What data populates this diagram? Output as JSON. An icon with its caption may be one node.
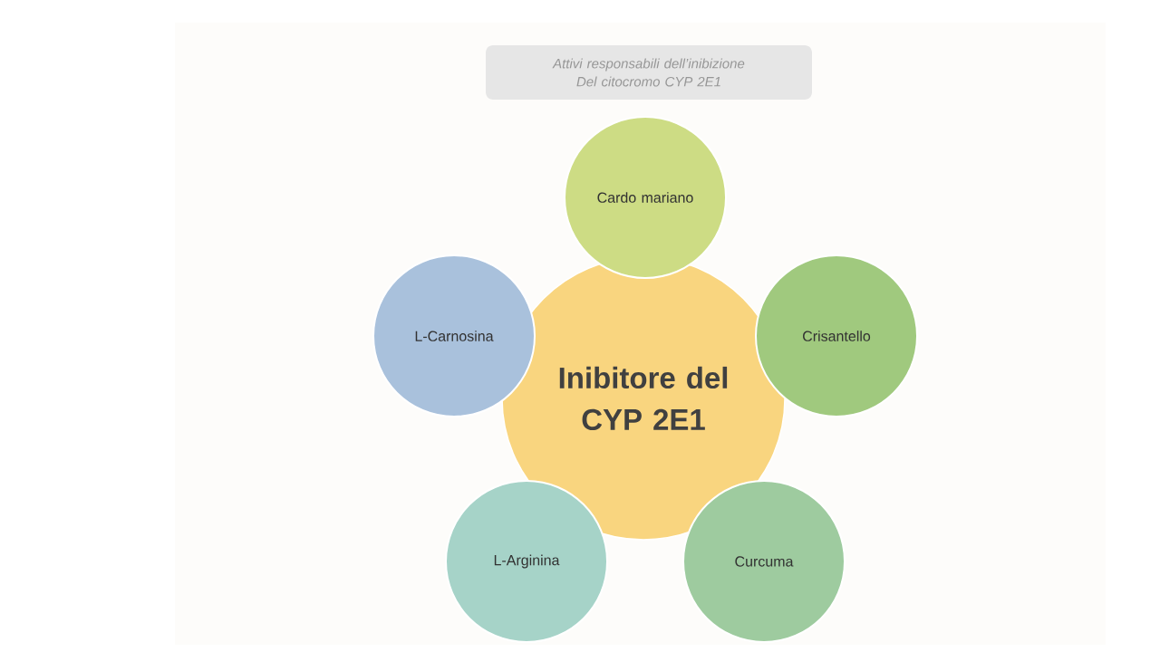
{
  "diagram": {
    "nodes": [
      {
        "text": [
          "Attivi responsabili dell’inibizione Del citocromo CYP 2E1"
        ]
      },
      {
        "text": [
          "Inibitore del CYP 2E1"
        ]
      },
      {
        "text": [
          "Cardo mariano"
        ]
      },
      {
        "text": [
          "Crisantello"
        ]
      },
      {
        "text": [
          "Curcuma"
        ]
      },
      {
        "text": [
          "L-Arginina"
        ]
      },
      {
        "text": [
          "L-Carnosina"
        ]
      }
    ]
  }
}
